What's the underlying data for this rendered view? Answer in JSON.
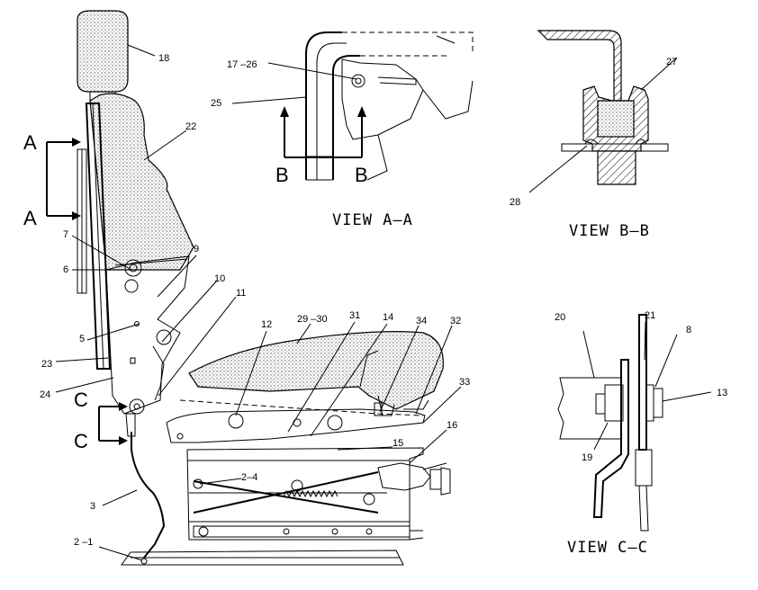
{
  "views": {
    "view_aa": "VIEW  A–A",
    "view_bb": "VIEW  B–B",
    "view_cc": "VIEW  C–C"
  },
  "section_markers": {
    "A1": "A",
    "A2": "A",
    "B1": "B",
    "B2": "B",
    "C1": "C",
    "C2": "C"
  },
  "callouts": {
    "c18": "18",
    "c22": "22",
    "c7": "7",
    "c6": "6",
    "c9": "9",
    "c10": "10",
    "c11": "11",
    "c5": "5",
    "c23": "23",
    "c24": "24",
    "c12": "12",
    "c29_30": "29 –30",
    "c31": "31",
    "c14": "14",
    "c34": "34",
    "c32": "32",
    "c33": "33",
    "c15": "15",
    "c16": "16",
    "c2_4": "2–4",
    "c3": "3",
    "c2_1": "2 –1",
    "c17_26": "17 –26",
    "c25": "25",
    "c27": "27",
    "c28": "28",
    "c20": "20",
    "c21": "21",
    "c8": "8",
    "c13": "13",
    "c19": "19"
  }
}
